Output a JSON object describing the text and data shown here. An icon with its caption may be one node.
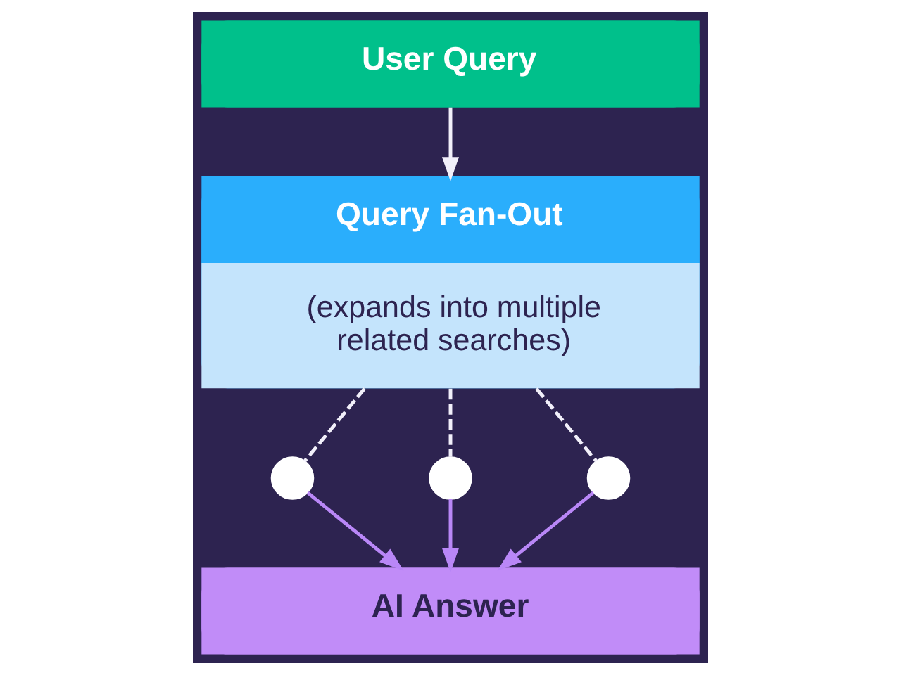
{
  "diagram": {
    "nodes": [
      {
        "text": [
          "User Query"
        ]
      },
      {
        "text": [
          "Query Fan-Out",
          "(expands into multiple related searches)"
        ]
      },
      {
        "text": [],
        "shape": "circle"
      },
      {
        "text": [],
        "shape": "circle"
      },
      {
        "text": [],
        "shape": "circle"
      },
      {
        "text": [
          "AI Answer"
        ]
      }
    ],
    "edges": [
      {
        "from": 0,
        "to": 1,
        "arrow": "to"
      },
      {
        "from": 1,
        "to": 2,
        "arrow": "none",
        "style": "dashed"
      },
      {
        "from": 1,
        "to": 3,
        "arrow": "none",
        "style": "dashed"
      },
      {
        "from": 1,
        "to": 4,
        "arrow": "none",
        "style": "dashed"
      },
      {
        "from": 2,
        "to": 5,
        "arrow": "to",
        "color": "#b987f7"
      },
      {
        "from": 3,
        "to": 5,
        "arrow": "to",
        "color": "#b987f7"
      },
      {
        "from": 4,
        "to": 5,
        "arrow": "to",
        "color": "#b987f7"
      }
    ]
  }
}
